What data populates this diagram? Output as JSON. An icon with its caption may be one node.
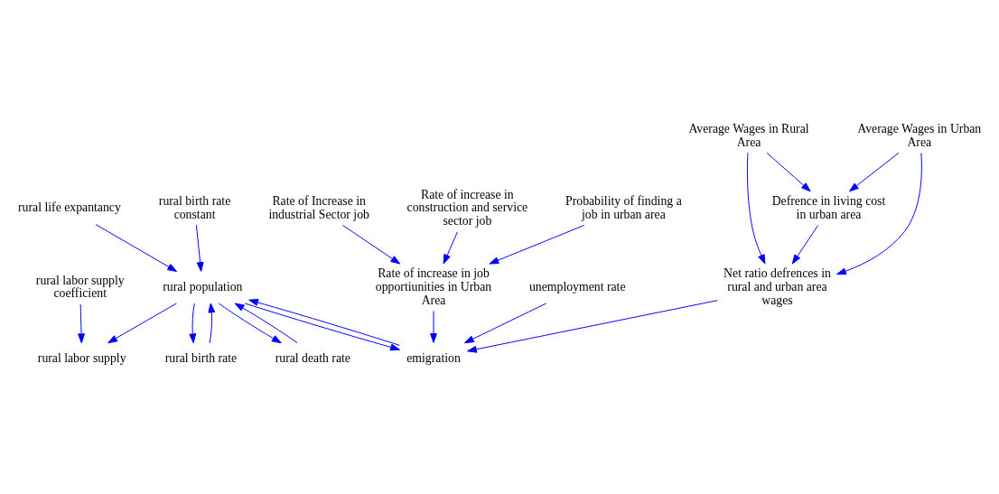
{
  "diagram": {
    "nodes": [
      {
        "text": [
          "rural labor supply coefficient"
        ]
      },
      {
        "text": [
          "rural labor supply"
        ]
      },
      {
        "text": [
          "rural life expantancy"
        ]
      },
      {
        "text": [
          "rural birth rate constant"
        ]
      },
      {
        "text": [
          "rural population"
        ]
      },
      {
        "text": [
          "emigration"
        ]
      },
      {
        "text": [
          "Rate of Increase in industrial Sector job"
        ]
      },
      {
        "text": [
          "Rate of increase in construction and service sector job"
        ]
      },
      {
        "text": [
          "Rate of increase in job opportiunities in Urban Area"
        ]
      },
      {
        "text": [
          "unemployment rate"
        ]
      },
      {
        "text": [
          "rural birth rate"
        ]
      },
      {
        "text": [
          "rural death rate"
        ]
      },
      {
        "text": [
          "Net ratio defrences in rural and urban area wages"
        ]
      },
      {
        "text": [
          "Average Wages in Rural Area"
        ]
      },
      {
        "text": [
          "Average Wages in Urban Area"
        ]
      },
      {
        "text": [
          "Probability of finding a job in urban area"
        ]
      },
      {
        "text": [
          "Defrence in living cost in urban area"
        ]
      }
    ],
    "edges": [
      {
        "from": 0,
        "to": 1,
        "arrow": "to"
      },
      {
        "from": 4,
        "to": 1,
        "arrow": "to"
      },
      {
        "from": 2,
        "to": 4,
        "arrow": "to"
      },
      {
        "from": 3,
        "to": 4,
        "arrow": "to"
      },
      {
        "from": 5,
        "to": 4,
        "arrow": "to"
      },
      {
        "from": 10,
        "to": 4,
        "arrow": "to"
      },
      {
        "from": 11,
        "to": 4,
        "arrow": "to"
      },
      {
        "from": 4,
        "to": 10,
        "arrow": "to"
      },
      {
        "from": 4,
        "to": 11,
        "arrow": "to"
      },
      {
        "from": 4,
        "to": 5,
        "arrow": "to"
      },
      {
        "from": 6,
        "to": 8,
        "arrow": "to"
      },
      {
        "from": 7,
        "to": 8,
        "arrow": "to"
      },
      {
        "from": 8,
        "to": 5,
        "arrow": "to"
      },
      {
        "from": 9,
        "to": 5,
        "arrow": "to"
      },
      {
        "from": 12,
        "to": 5,
        "arrow": "to"
      },
      {
        "from": 15,
        "to": 8,
        "arrow": "to"
      },
      {
        "from": 13,
        "to": 12,
        "arrow": "to"
      },
      {
        "from": 14,
        "to": 12,
        "arrow": "to"
      },
      {
        "from": 13,
        "to": 16,
        "arrow": "to"
      },
      {
        "from": 14,
        "to": 16,
        "arrow": "to"
      },
      {
        "from": 16,
        "to": 12,
        "arrow": "to"
      }
    ]
  }
}
